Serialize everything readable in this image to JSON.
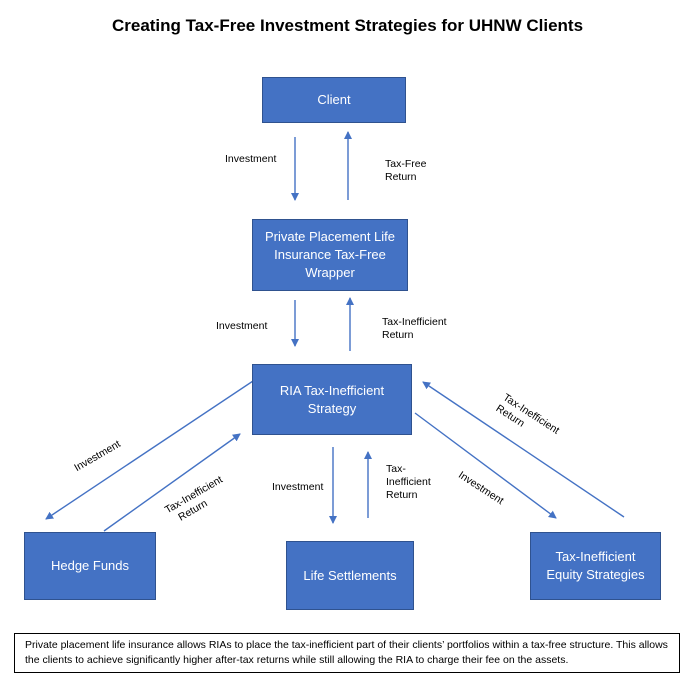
{
  "title": "Creating Tax-Free Investment Strategies for UHNW Clients",
  "nodes": {
    "client": "Client",
    "ppli": "Private Placement Life Insurance Tax-Free Wrapper",
    "ria": "RIA Tax-Inefficient Strategy",
    "hedge_funds": "Hedge Funds",
    "life_settlements": "Life Settlements",
    "equity": "Tax-Inefficient Equity Strategies"
  },
  "edges": {
    "client_investment": "Investment",
    "client_return_1": "Tax-Free",
    "client_return_2": "Return",
    "ppli_investment": "Investment",
    "ppli_return_1": "Tax-Inefficient",
    "ppli_return_2": "Return",
    "hedge_investment": "Investment",
    "hedge_return_1": "Tax-Inefficient",
    "hedge_return_2": "Return",
    "life_investment": "Investment",
    "life_return_1": "Tax-",
    "life_return_2": "Inefficient",
    "life_return_3": "Return",
    "equity_investment": "Investment",
    "equity_return_1": "Tax-Inefficient",
    "equity_return_2": "Return"
  },
  "note": "Private placement life insurance allows RIAs to place the tax-inefficient part of their clients’ portfolios within a tax-free structure. This allows the clients to achieve significantly higher after-tax returns while still allowing the RIA to charge their fee on the assets.",
  "colors": {
    "box_fill": "#4472c4",
    "box_border": "#2f528f",
    "arrow": "#4472c4"
  }
}
